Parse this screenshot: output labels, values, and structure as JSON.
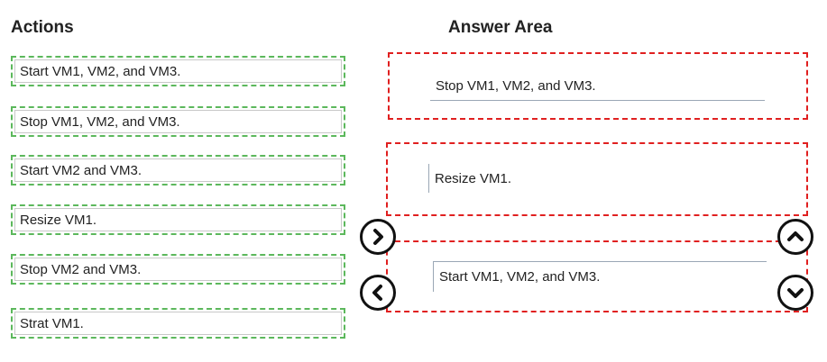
{
  "actions_panel": {
    "heading": "Actions",
    "items": [
      {
        "label": "Start VM1, VM2, and VM3."
      },
      {
        "label": "Stop VM1, VM2, and VM3."
      },
      {
        "label": "Start VM2 and VM3."
      },
      {
        "label": "Resize VM1."
      },
      {
        "label": "Stop VM2 and VM3."
      },
      {
        "label": "Strat VM1."
      }
    ]
  },
  "answer_panel": {
    "heading": "Answer Area",
    "items": [
      {
        "label": "Stop VM1, VM2, and VM3."
      },
      {
        "label": "Resize VM1."
      },
      {
        "label": "Start VM1, VM2, and VM3."
      }
    ]
  },
  "controls": {
    "move_right": "chevron-right-icon",
    "move_left": "chevron-left-icon",
    "move_up": "chevron-up-icon",
    "move_down": "chevron-down-icon"
  },
  "colors": {
    "source_border": "#5cb85c",
    "target_border": "#e02020"
  }
}
